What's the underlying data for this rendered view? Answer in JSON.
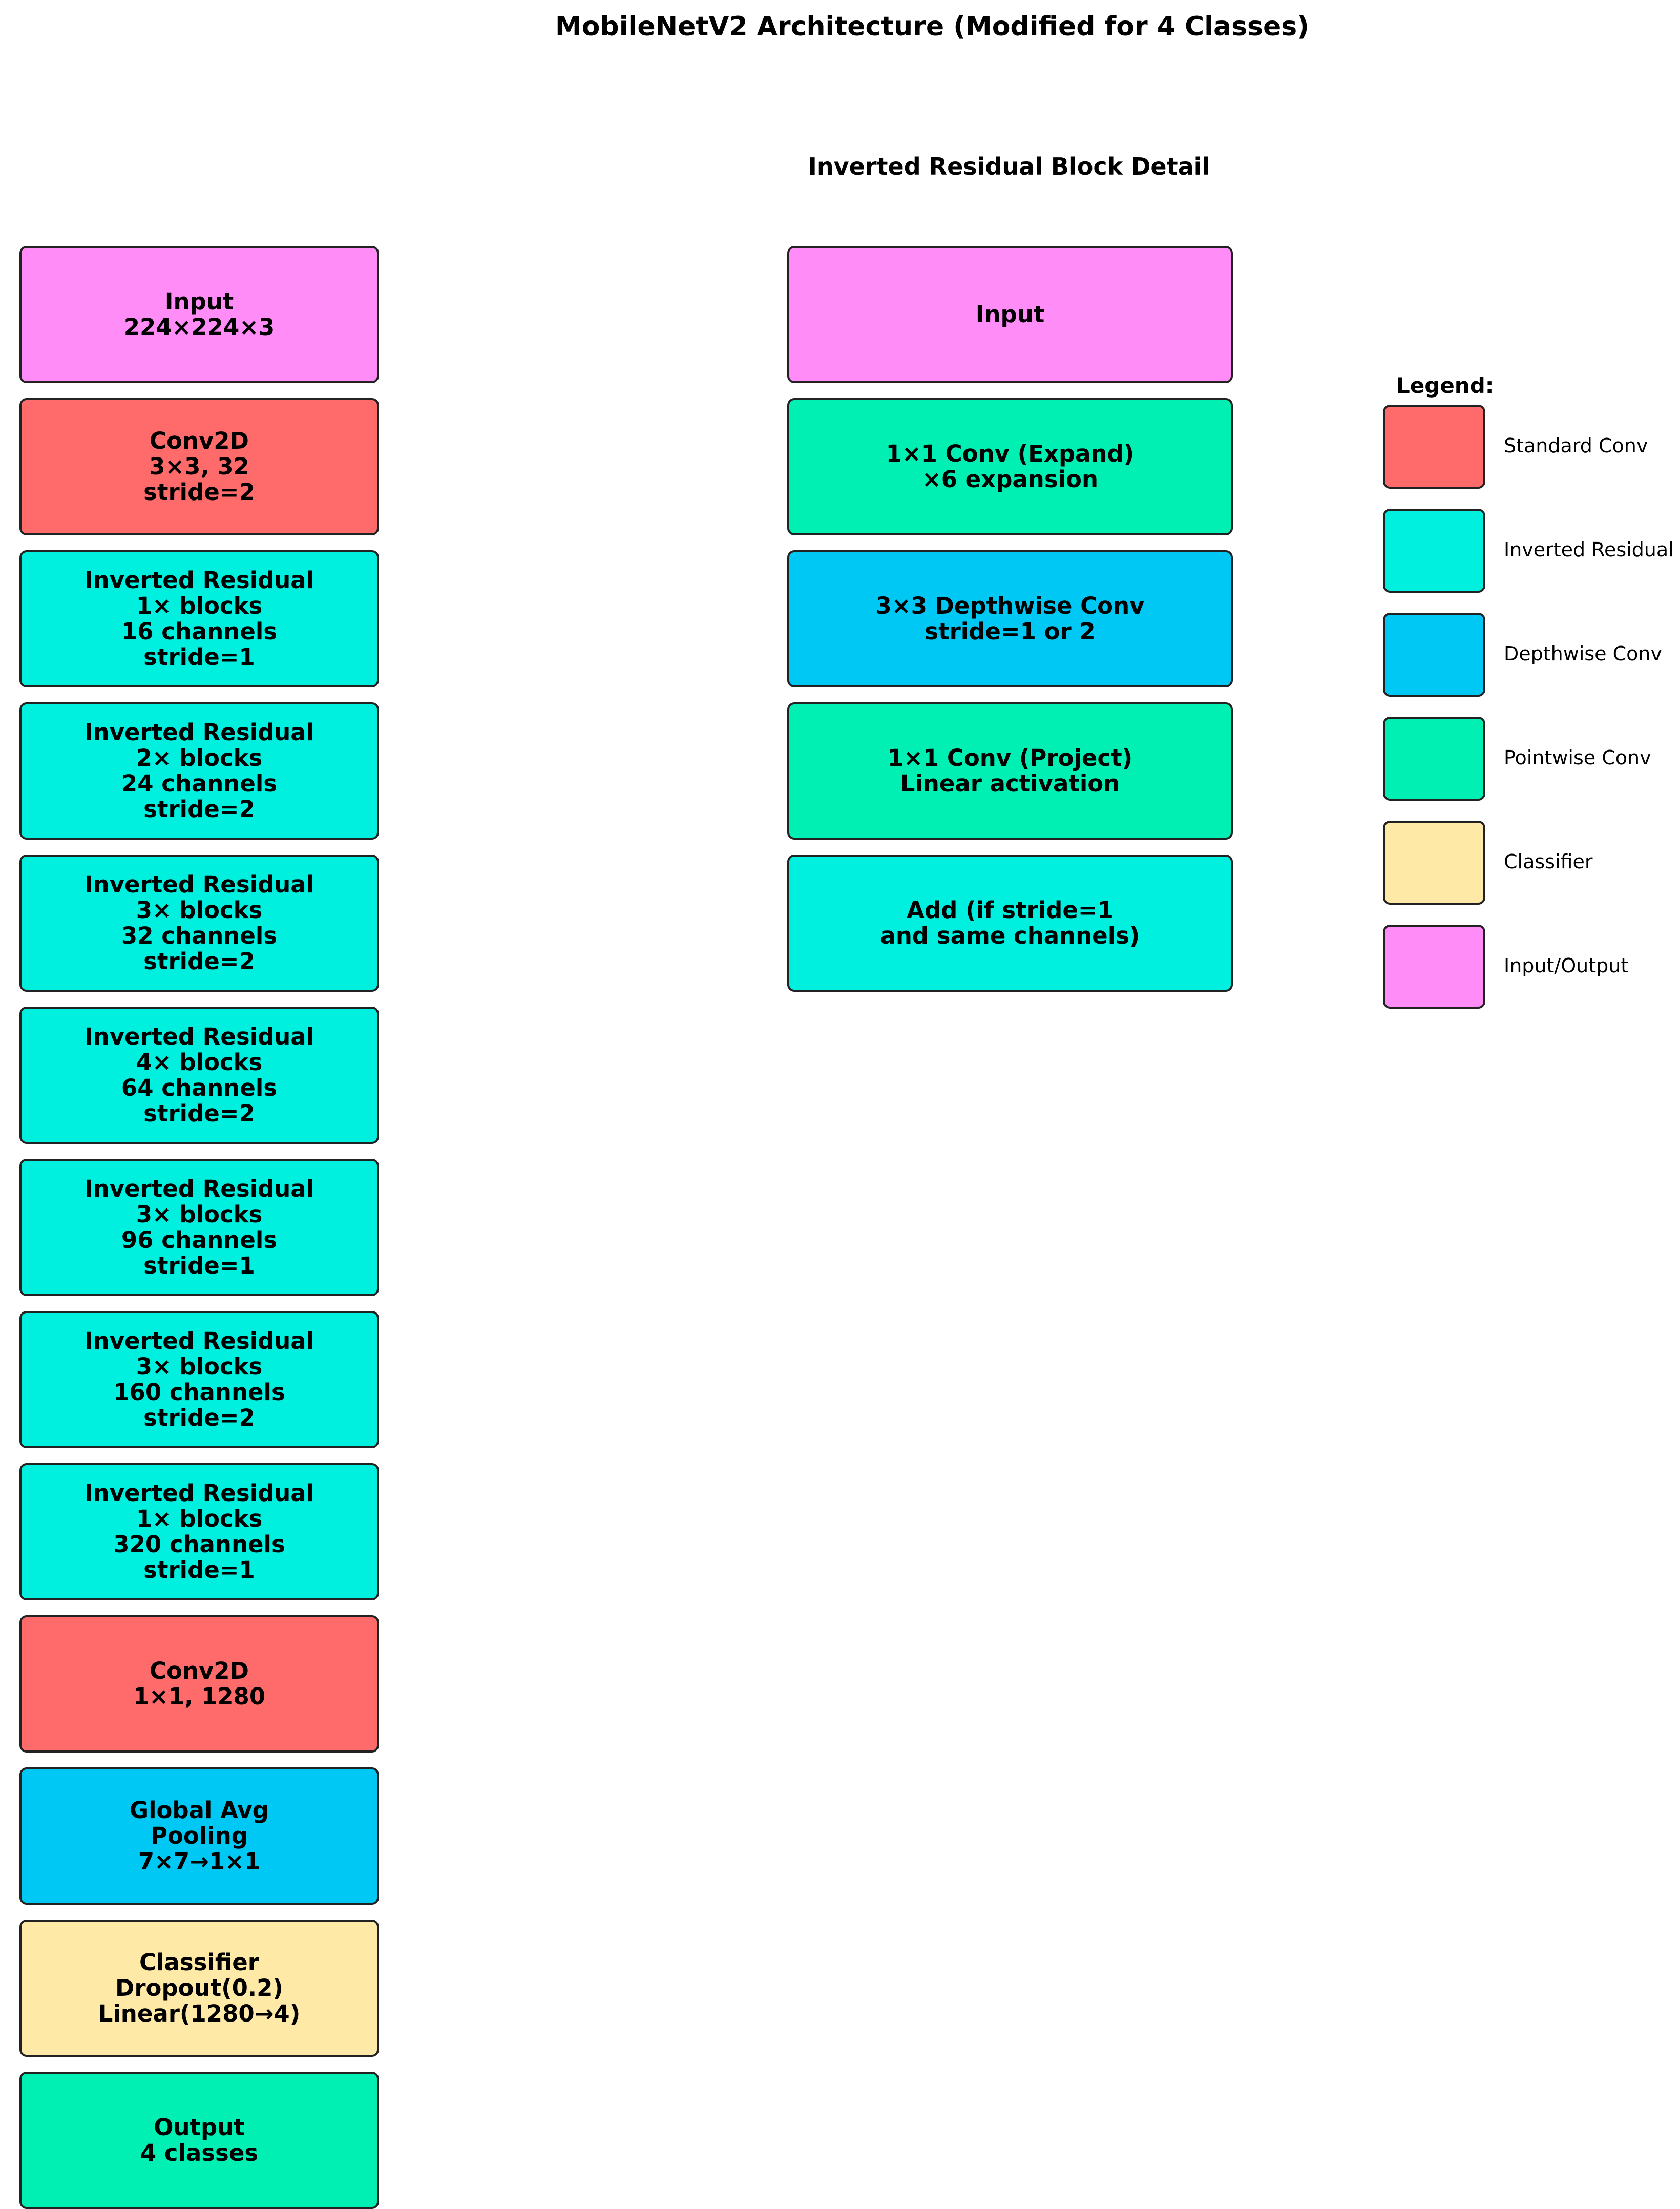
{
  "title": "MobileNetV2 Architecture (Modified for 4 Classes)",
  "detail_title": "Inverted Residual Block Detail",
  "colors": {
    "input_output": "#ff8cf7",
    "standard_conv": "#ff6b6b",
    "inverted_residual": "#00f0e0",
    "depthwise_conv": "#00c8f5",
    "pointwise_conv": "#00f0b4",
    "classifier": "#ffe9a6"
  },
  "architecture": [
    {
      "text": "Input\n224×224×3",
      "kind": "input_output"
    },
    {
      "text": "Conv2D\n3×3, 32\nstride=2",
      "kind": "standard_conv"
    },
    {
      "text": "Inverted Residual\n1× blocks\n16 channels\nstride=1",
      "kind": "inverted_residual"
    },
    {
      "text": "Inverted Residual\n2× blocks\n24 channels\nstride=2",
      "kind": "inverted_residual"
    },
    {
      "text": "Inverted Residual\n3× blocks\n32 channels\nstride=2",
      "kind": "inverted_residual"
    },
    {
      "text": "Inverted Residual\n4× blocks\n64 channels\nstride=2",
      "kind": "inverted_residual"
    },
    {
      "text": "Inverted Residual\n3× blocks\n96 channels\nstride=1",
      "kind": "inverted_residual"
    },
    {
      "text": "Inverted Residual\n3× blocks\n160 channels\nstride=2",
      "kind": "inverted_residual"
    },
    {
      "text": "Inverted Residual\n1× blocks\n320 channels\nstride=1",
      "kind": "inverted_residual"
    },
    {
      "text": "Conv2D\n1×1, 1280",
      "kind": "standard_conv"
    },
    {
      "text": "Global Avg\nPooling\n7×7→1×1",
      "kind": "depthwise_conv"
    },
    {
      "text": "Classifier\nDropout(0.2)\nLinear(1280→4)",
      "kind": "classifier"
    },
    {
      "text": "Output\n4 classes",
      "kind": "pointwise_conv"
    }
  ],
  "block_detail": [
    {
      "text": "Input",
      "kind": "input_output"
    },
    {
      "text": "1×1 Conv (Expand)\n×6 expansion",
      "kind": "pointwise_conv"
    },
    {
      "text": "3×3 Depthwise Conv\nstride=1 or 2",
      "kind": "depthwise_conv"
    },
    {
      "text": "1×1 Conv (Project)\nLinear activation",
      "kind": "pointwise_conv"
    },
    {
      "text": "Add (if stride=1\nand same channels)",
      "kind": "inverted_residual"
    }
  ],
  "legend": {
    "title": "Legend:",
    "items": [
      {
        "label": "Standard Conv",
        "kind": "standard_conv"
      },
      {
        "label": "Inverted Residual",
        "kind": "inverted_residual"
      },
      {
        "label": "Depthwise Conv",
        "kind": "depthwise_conv"
      },
      {
        "label": "Pointwise Conv",
        "kind": "pointwise_conv"
      },
      {
        "label": "Classifier",
        "kind": "classifier"
      },
      {
        "label": "Input/Output",
        "kind": "input_output"
      }
    ]
  }
}
